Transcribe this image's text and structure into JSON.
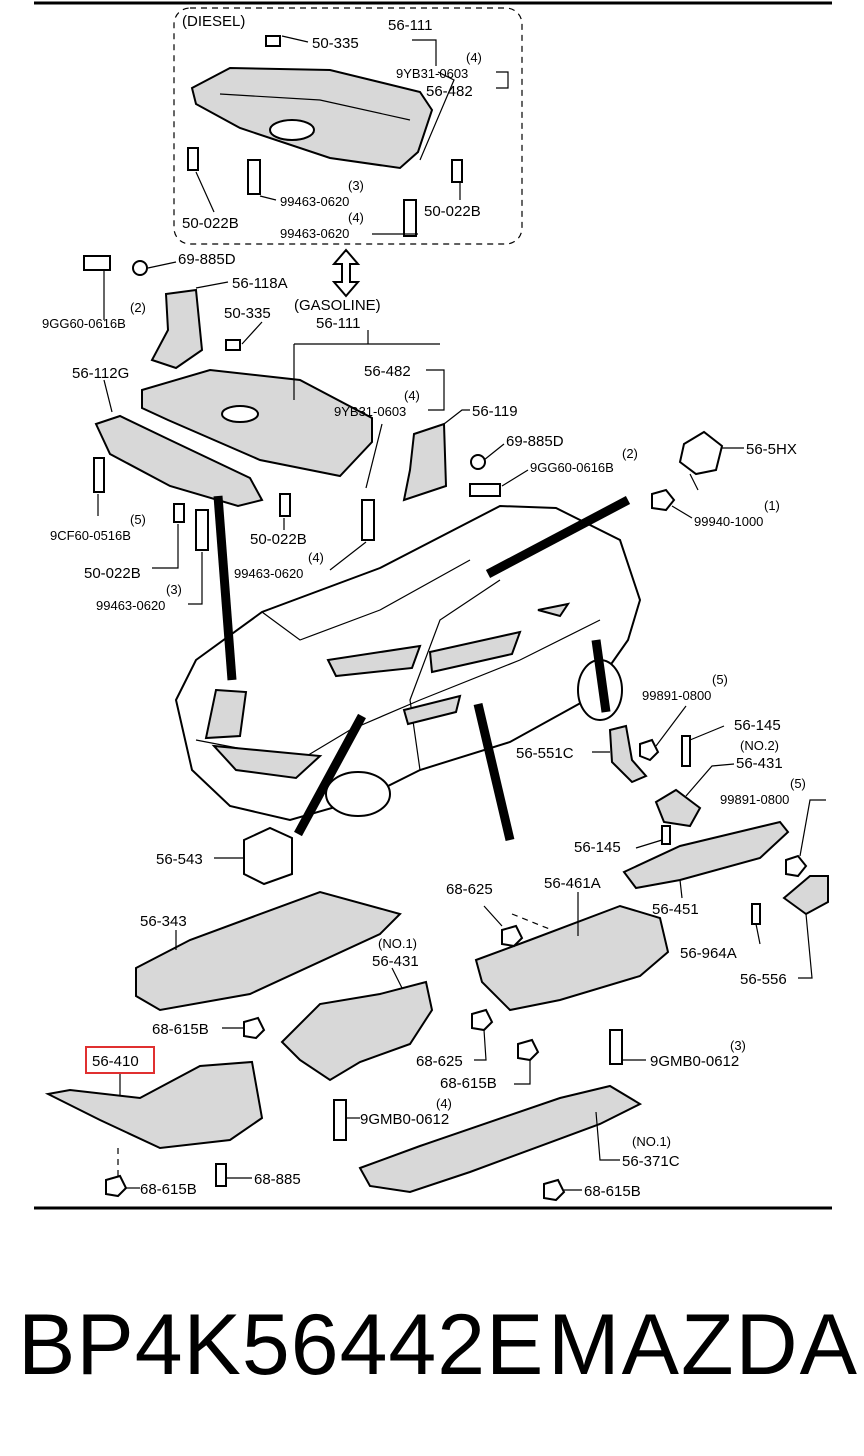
{
  "groups": {
    "diesel": "(DIESEL)",
    "gasoline": "(GASOLINE)"
  },
  "callouts": [
    {
      "id": "c01",
      "text": "50-335"
    },
    {
      "id": "c02",
      "text": "56-111"
    },
    {
      "id": "c03",
      "text": "(4)"
    },
    {
      "id": "c04",
      "text": "9YB31-0603"
    },
    {
      "id": "c05",
      "text": "56-482"
    },
    {
      "id": "c06",
      "text": "(3)"
    },
    {
      "id": "c07",
      "text": "99463-0620"
    },
    {
      "id": "c08",
      "text": "(4)"
    },
    {
      "id": "c09",
      "text": "99463-0620"
    },
    {
      "id": "c10",
      "text": "50-022B"
    },
    {
      "id": "c11",
      "text": "50-022B"
    },
    {
      "id": "c12",
      "text": "69-885D"
    },
    {
      "id": "c13",
      "text": "56-118A"
    },
    {
      "id": "c14",
      "text": "(2)"
    },
    {
      "id": "c15",
      "text": "9GG60-0616B"
    },
    {
      "id": "c16",
      "text": "50-335"
    },
    {
      "id": "c17",
      "text": "56-111"
    },
    {
      "id": "c18",
      "text": "56-112G"
    },
    {
      "id": "c19",
      "text": "56-482"
    },
    {
      "id": "c20",
      "text": "(4)"
    },
    {
      "id": "c21",
      "text": "9YB31-0603"
    },
    {
      "id": "c22",
      "text": "56-119"
    },
    {
      "id": "c23",
      "text": "69-885D"
    },
    {
      "id": "c24",
      "text": "(2)"
    },
    {
      "id": "c25",
      "text": "9GG60-0616B"
    },
    {
      "id": "c26",
      "text": "56-5HX"
    },
    {
      "id": "c27",
      "text": "(1)"
    },
    {
      "id": "c28",
      "text": "99940-1000"
    },
    {
      "id": "c29",
      "text": "(5)"
    },
    {
      "id": "c30",
      "text": "9CF60-0516B"
    },
    {
      "id": "c31",
      "text": "50-022B"
    },
    {
      "id": "c32",
      "text": "(4)"
    },
    {
      "id": "c33",
      "text": "99463-0620"
    },
    {
      "id": "c34",
      "text": "50-022B"
    },
    {
      "id": "c35",
      "text": "(3)"
    },
    {
      "id": "c36",
      "text": "99463-0620"
    },
    {
      "id": "c37",
      "text": "(5)"
    },
    {
      "id": "c38",
      "text": "99891-0800"
    },
    {
      "id": "c39",
      "text": "56-145"
    },
    {
      "id": "c40",
      "text": "(NO.2)"
    },
    {
      "id": "c41",
      "text": "56-431"
    },
    {
      "id": "c42",
      "text": "56-551C"
    },
    {
      "id": "c43",
      "text": "(5)"
    },
    {
      "id": "c44",
      "text": "99891-0800"
    },
    {
      "id": "c45",
      "text": "56-145"
    },
    {
      "id": "c46",
      "text": "56-543"
    },
    {
      "id": "c47",
      "text": "68-625"
    },
    {
      "id": "c48",
      "text": "56-461A"
    },
    {
      "id": "c49",
      "text": "56-451"
    },
    {
      "id": "c50",
      "text": "56-343"
    },
    {
      "id": "c51",
      "text": "(NO.1)"
    },
    {
      "id": "c52",
      "text": "56-431"
    },
    {
      "id": "c53",
      "text": "56-964A"
    },
    {
      "id": "c54",
      "text": "56-556"
    },
    {
      "id": "c55",
      "text": "68-615B"
    },
    {
      "id": "c56",
      "text": "68-625"
    },
    {
      "id": "c57",
      "text": "(3)"
    },
    {
      "id": "c58",
      "text": "68-615B"
    },
    {
      "id": "c59",
      "text": "9GMB0-0612"
    },
    {
      "id": "c60",
      "text": "56-410"
    },
    {
      "id": "c61",
      "text": "(4)"
    },
    {
      "id": "c62",
      "text": "9GMB0-0612"
    },
    {
      "id": "c63",
      "text": "(NO.1)"
    },
    {
      "id": "c64",
      "text": "56-371C"
    },
    {
      "id": "c65",
      "text": "68-615B"
    },
    {
      "id": "c66",
      "text": "68-885"
    },
    {
      "id": "c67",
      "text": "68-615B"
    }
  ],
  "highlight": {
    "label": "56-410",
    "color": "#e03030"
  },
  "footer": {
    "part_number": "BP4K56442E",
    "brand": "MAZDA"
  }
}
